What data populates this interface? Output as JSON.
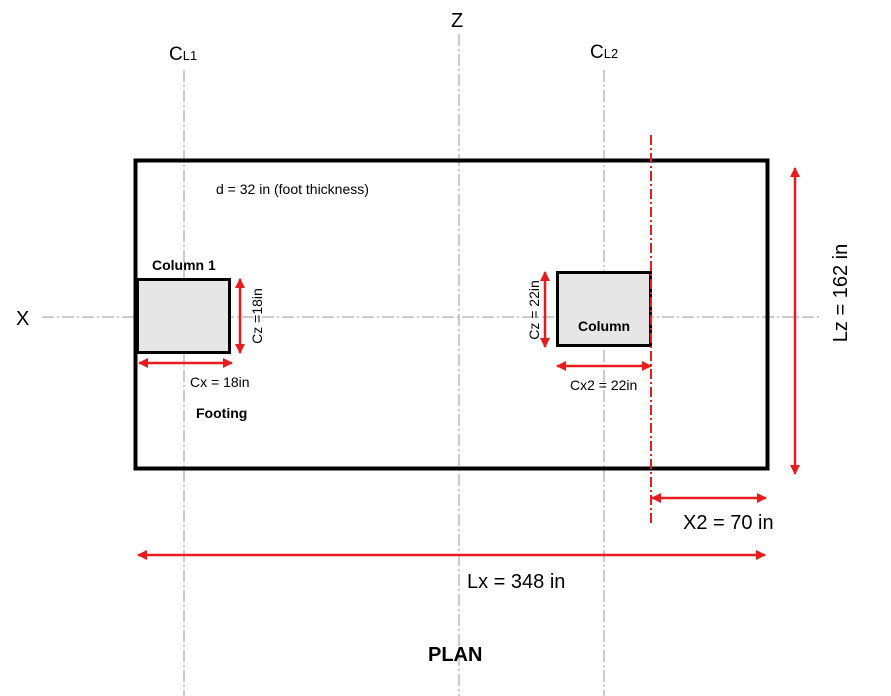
{
  "axes": {
    "z_label": "Z",
    "x_label": "X",
    "cl1": {
      "main": "C",
      "sub": "L1"
    },
    "cl2": {
      "main": "C",
      "sub": "L2"
    }
  },
  "footing": {
    "label": "Footing",
    "thickness_note": "d = 32 in (foot thickness)",
    "lx": "Lx = 348 in",
    "lz": "Lz = 162 in",
    "x2": "X2 = 70 in"
  },
  "column1": {
    "label": "Column 1",
    "cx": "Cx = 18in",
    "cz": "Cz =18in"
  },
  "column2": {
    "label": "Column",
    "cx": "Cx2 = 22in",
    "cz": "Cz = 22in"
  },
  "caption": "PLAN",
  "colors": {
    "dimension": "#e81c1c",
    "centerline": "#9a9a9a",
    "column_fill": "#e6e6e6",
    "outline": "#000000"
  }
}
